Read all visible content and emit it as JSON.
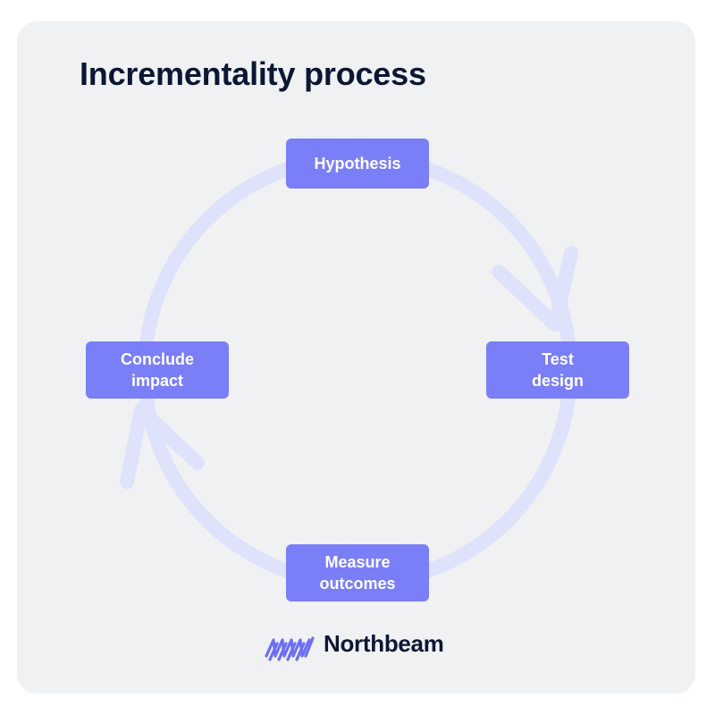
{
  "title": "Incrementality process",
  "steps": {
    "hypothesis": {
      "lines": [
        "Hypothesis"
      ]
    },
    "test_design": {
      "lines": [
        "Test",
        "design"
      ]
    },
    "measure_outcomes": {
      "lines": [
        "Measure",
        "outcomes"
      ]
    },
    "conclude_impact": {
      "lines": [
        "Conclude",
        "impact"
      ]
    }
  },
  "brand": {
    "name": "Northbeam",
    "logo_icon": "northbeam-logo-icon"
  },
  "colors": {
    "card_background": "#f0f1f3",
    "step_fill": "#7a7ef7",
    "step_text": "#ffffff",
    "cycle_ring": "#dfe2fb",
    "title_text": "#0c1733",
    "logo": "#6b6ff5"
  }
}
